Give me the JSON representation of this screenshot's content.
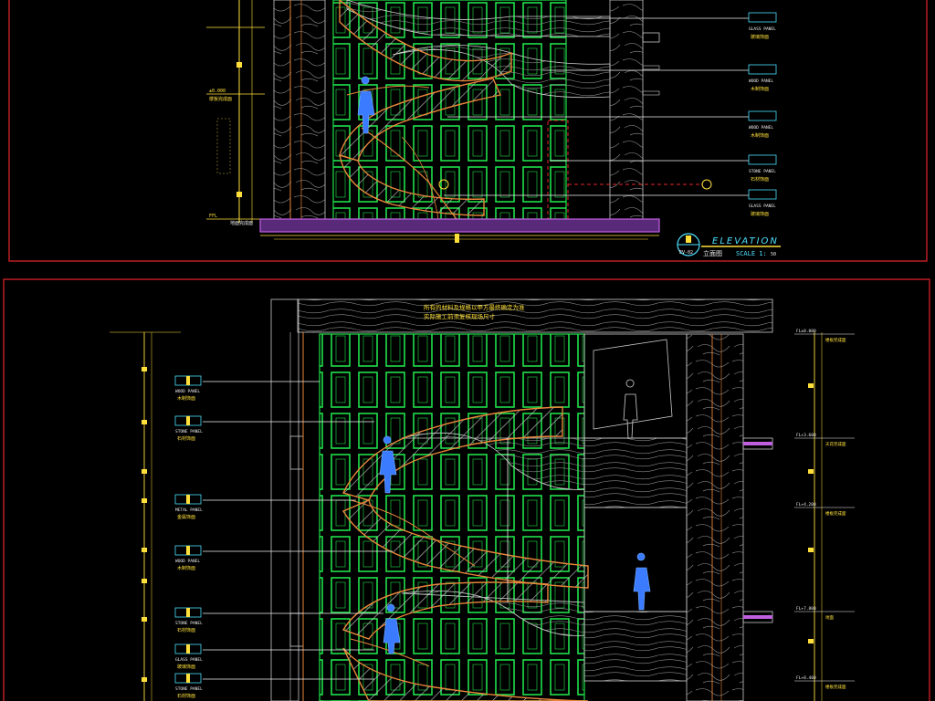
{
  "top_sheet": {
    "elevation_title": "ELEVATION",
    "subtitle": "立面图",
    "scale_label": "SCALE 1:",
    "scale_value": "50",
    "tag_id": "EV-02",
    "left_notes": [
      {
        "code": "±0.000",
        "desc": "楼板完成面"
      },
      {
        "code": "FFL",
        "desc": "地面完成面"
      }
    ],
    "right_tags": [
      {
        "code": "GLASS PANEL",
        "desc": "玻璃饰面"
      },
      {
        "code": "WOOD PANEL",
        "desc": "木制饰面"
      },
      {
        "code": "WOOD PANEL",
        "desc": "木制饰面"
      },
      {
        "code": "STONE PANEL",
        "desc": "石材饰面"
      },
      {
        "code": "GLASS PANEL",
        "desc": "玻璃饰面"
      }
    ]
  },
  "bottom_sheet": {
    "header_note_1": "所有的材料及规格以甲方最终确定为准",
    "header_note_2": "实际施工前须复核现场尺寸",
    "left_tags": [
      {
        "code": "WOOD PANEL",
        "desc": "木制饰面"
      },
      {
        "code": "STONE PANEL",
        "desc": "石材饰面"
      },
      {
        "code": "METAL PANEL",
        "desc": "金属饰面"
      },
      {
        "code": "WOOD PANEL",
        "desc": "木制饰面"
      },
      {
        "code": "STONE PANEL",
        "desc": "石材饰面"
      },
      {
        "code": "GLASS PANEL",
        "desc": "玻璃饰面"
      },
      {
        "code": "STONE PANEL",
        "desc": "石材饰面"
      }
    ],
    "right_levels": [
      {
        "code": "FL±0.000",
        "desc": "楼板完成面"
      },
      {
        "code": "FL+3.600",
        "desc": "天花完成面"
      },
      {
        "code": "FL+4.200",
        "desc": "楼板完成面"
      },
      {
        "code": "FL+7.800",
        "desc": "地面"
      },
      {
        "code": "FL+8.400",
        "desc": "楼板完成面"
      }
    ]
  },
  "colors": {
    "frame": "#e8262b",
    "glass_green": "#1fe04a",
    "stair_orange": "#e8863a",
    "stair_hatch": "#d8d8d8",
    "wall_hatch": "#9a9a9a",
    "floor_magenta": "#c060e0",
    "cyan": "#4de0ff",
    "yellow": "#ffe03a",
    "figure_blue": "#3a7bff",
    "text_white": "#f0f0f0"
  }
}
